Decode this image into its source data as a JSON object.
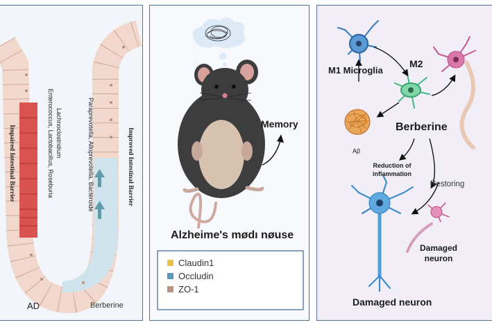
{
  "left_panel": {
    "label_ad": "AD",
    "label_berberine": "Berberine",
    "impaired_barrier": "Impaired Intestinal Barrier",
    "bacteria_ad_line1": "Enterococcus, Lactobacillus, Roseburia",
    "bacteria_ad_line2": "Lachnoclostridium",
    "improved_barrier": "Improved Intestinal Barrier",
    "bacteria_berberine": "Paraprevotella, Alloprevotella, Bacteroide"
  },
  "mid_panel": {
    "memory_label": "Memory",
    "title": "Alzheime's mødı nøuse",
    "legend": [
      {
        "label": "Claudin1",
        "color": "#e8c04a"
      },
      {
        "label": "Occludin",
        "color": "#5b97c0"
      },
      {
        "label": "ZO-1",
        "color": "#b79582"
      }
    ]
  },
  "right_panel": {
    "m1_label": "M1 Microglia",
    "m2_label": "M2",
    "abeta_label": "Aβ",
    "berberine_label": "Berberine",
    "reduction_label": "Reduction of inflammation",
    "restoring_label": "Restoring",
    "damaged_small_label": "Damaged neuron",
    "damaged_main_label": "Damaged neuron"
  }
}
